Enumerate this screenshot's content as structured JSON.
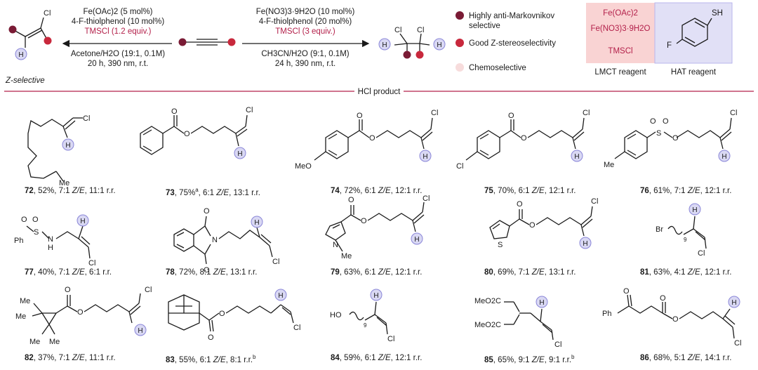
{
  "header": {
    "left_conditions": {
      "line1": "Fe(OAc)2  (5 mol%)",
      "line2": "4-F-thiolphenol (10 mol%)",
      "line3": "TMSCl (1.2 equiv.)",
      "line4": "Acetone/H2O (19:1, 0.1M)",
      "line5": "20 h, 390 nm, r.t."
    },
    "right_conditions": {
      "line1": "Fe(NO3)3·9H2O  (10 mol%)",
      "line2": "4-F-thiolphenol (20 mol%)",
      "line3": "TMSCl (3 equiv.)",
      "line4": "CH3CN/H2O (9:1, 0.1M)",
      "line5": "24 h, 390 nm, r.t."
    },
    "left_product_caption": "Z-selective",
    "legend": [
      {
        "text": "Highly anti-Markovnikov",
        "text2": "selective",
        "color": "#7a1b35"
      },
      {
        "text": "Good Z-stereoselectivity",
        "text2": "",
        "color": "#c8283c"
      },
      {
        "text": "Chemoselective",
        "text2": "",
        "color": "#f7dcdc"
      }
    ],
    "lmct": {
      "l1": "Fe(OAc)2",
      "l2": "Fe(NO3)3·9H2O",
      "l3": "TMSCl",
      "caption": "LMCT reagent"
    },
    "hat": {
      "caption": "HAT reagent",
      "F": "F",
      "SH": "SH"
    },
    "divider_label": "HCl product"
  },
  "atoms": {
    "Cl": "Cl",
    "H": "H",
    "O": "O",
    "N": "N",
    "S": "S",
    "Me": "Me",
    "MeO": "MeO",
    "Br": "Br",
    "HO": "HO",
    "Ph": "Ph",
    "MeO2C": "MeO2C",
    "n9": "9"
  },
  "compounds": [
    {
      "id": "72",
      "desc": ", 52%, 7:1 ",
      "ze": "Z/E",
      "rr": ", 11:1 r.r.",
      "note": ""
    },
    {
      "id": "73",
      "desc": ", 75%",
      "sup": "a",
      "desc2": ", 6:1 ",
      "ze": "Z/E",
      "rr": ", 13:1 r.r.",
      "note": ""
    },
    {
      "id": "74",
      "desc": ", 72%, 6:1 ",
      "ze": "Z/E",
      "rr": ", 12:1 r.r.",
      "note": ""
    },
    {
      "id": "75",
      "desc": ", 70%, 6:1 ",
      "ze": "Z/E",
      "rr": ", 12:1 r.r.",
      "note": ""
    },
    {
      "id": "76",
      "desc": ", 61%, 7:1 ",
      "ze": "Z/E",
      "rr": ", 12:1 r.r.",
      "note": ""
    },
    {
      "id": "77",
      "desc": ", 40%, 7:1 ",
      "ze": "Z/E",
      "rr": ", 6:1 r.r.",
      "note": ""
    },
    {
      "id": "78",
      "desc": ", 72%, 8:1 ",
      "ze": "Z/E",
      "rr": ", 13:1 r.r.",
      "note": ""
    },
    {
      "id": "79",
      "desc": ", 63%, 6:1 ",
      "ze": "Z/E",
      "rr": ", 12:1 r.r.",
      "note": ""
    },
    {
      "id": "80",
      "desc": ", 69%, 7:1 ",
      "ze": "Z/E",
      "rr": ", 13:1 r.r.",
      "note": ""
    },
    {
      "id": "81",
      "desc": ", 63%, 4:1 ",
      "ze": "Z/E",
      "rr": ", 12:1 r.r.",
      "note": ""
    },
    {
      "id": "82",
      "desc": ", 37%, 7:1 ",
      "ze": "Z/E",
      "rr": ", 11:1 r.r.",
      "note": ""
    },
    {
      "id": "83",
      "desc": ", 55%, 6:1 ",
      "ze": "Z/E",
      "rr": ", 8:1 r.r.",
      "note": "b"
    },
    {
      "id": "84",
      "desc": ", 59%, 6:1 ",
      "ze": "Z/E",
      "rr": ", 12:1 r.r.",
      "note": ""
    },
    {
      "id": "85",
      "desc": ", 65%, 9:1 ",
      "ze": "Z/E",
      "rr": ", 9:1 r.r.",
      "note": "b"
    },
    {
      "id": "86",
      "desc": ", 68%, 5:1 ",
      "ze": "Z/E",
      "rr": ", 14:1 r.r.",
      "note": ""
    }
  ],
  "colors": {
    "dark": "#7a1b35",
    "red": "#c8283c",
    "accent": "#b3204a",
    "lavender": "#d9d8f3",
    "lmct_bg": "#f9d3d3",
    "hat_bg": "#e1e0f6"
  }
}
